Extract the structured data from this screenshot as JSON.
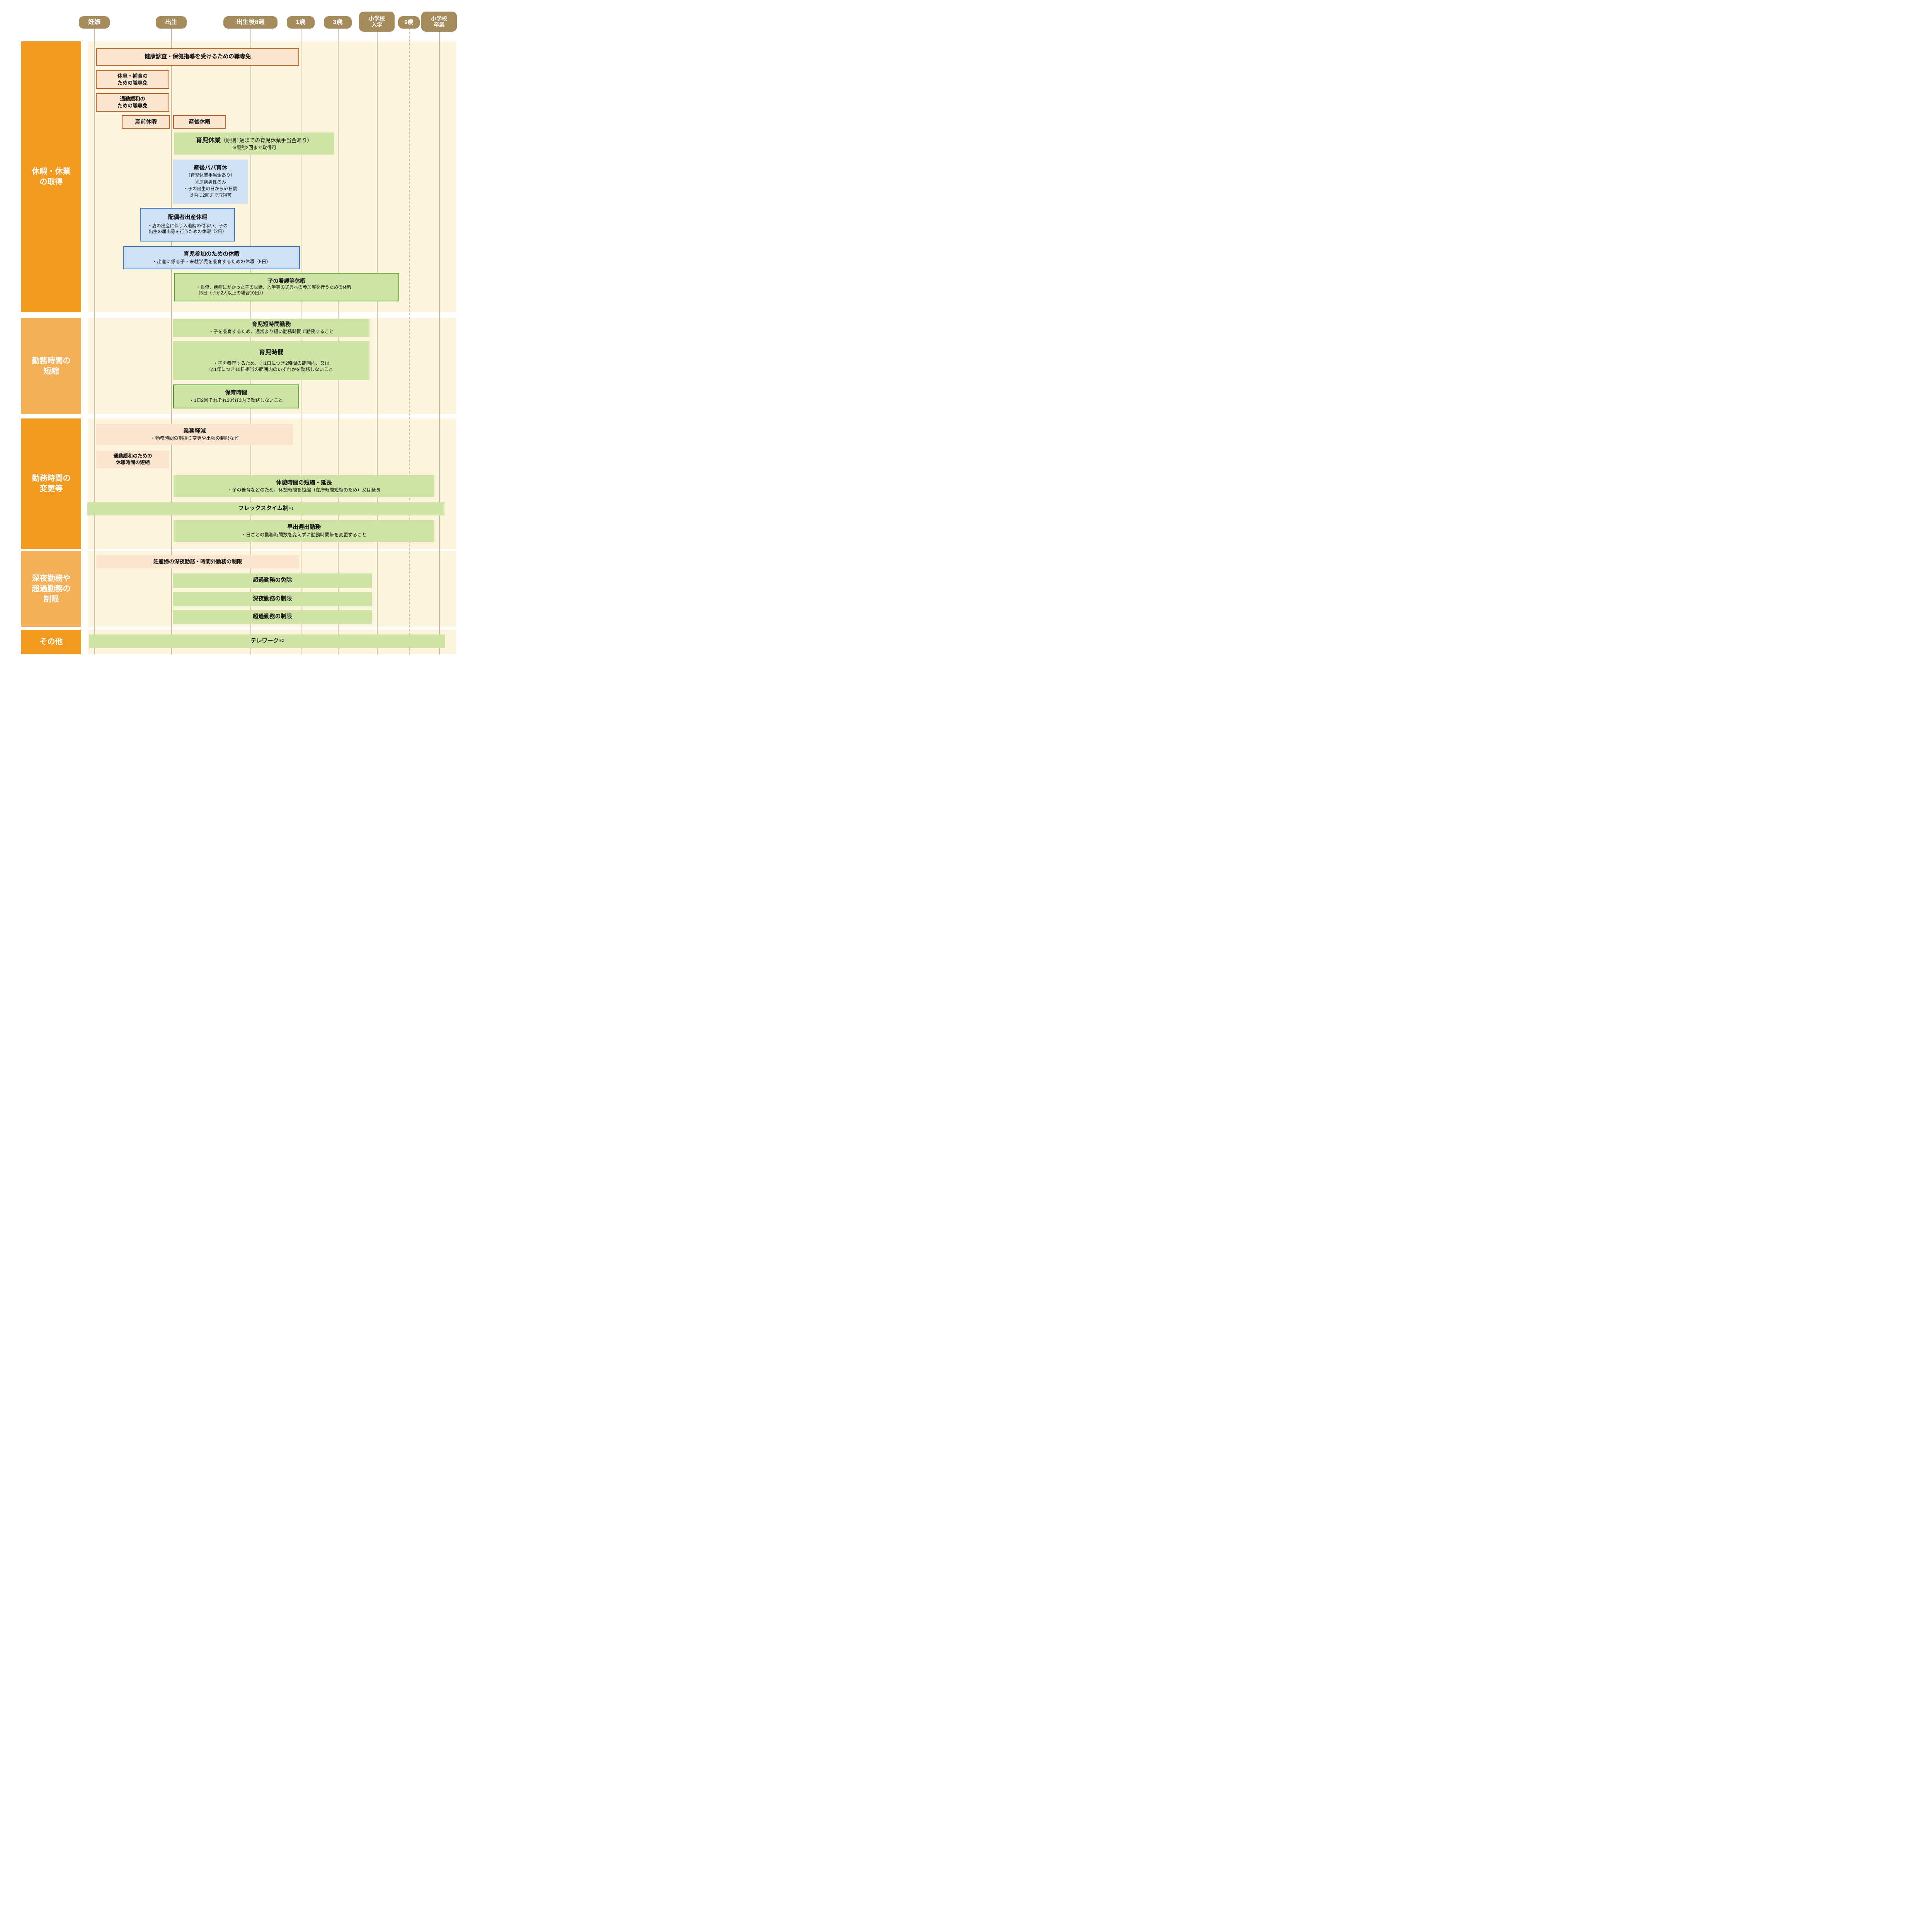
{
  "timeline": {
    "milestones": [
      {
        "label": "妊娠"
      },
      {
        "label": "出生"
      },
      {
        "label": "出生後8週"
      },
      {
        "label": "1歳"
      },
      {
        "label": "3歳"
      },
      {
        "label": "小学校\n入学"
      },
      {
        "label": "9歳"
      },
      {
        "label": "小学校\n卒業"
      }
    ]
  },
  "categories": [
    {
      "label": "休暇・休業\nの取得"
    },
    {
      "label": "勤務時間の\n短縮"
    },
    {
      "label": "勤務時間の\n変更等"
    },
    {
      "label": "深夜勤務や\n超過勤務の\n制限"
    },
    {
      "label": "その他"
    }
  ],
  "items": {
    "kenko": {
      "title": "健康診査・保健指導を受けるための職専免"
    },
    "kyusoku": {
      "title": "休息・補食の\nための職専免"
    },
    "tsukin_menjo": {
      "title": "通勤緩和の\nための職専免"
    },
    "sanzen": {
      "title": "産前休暇"
    },
    "sango": {
      "title": "産後休暇"
    },
    "ikuji_kyugyo": {
      "title": "育児休業",
      "title_note": "（原則1歳までの育児休業手当金あり）",
      "sub": "※原則2回まで取得可"
    },
    "papa": {
      "title": "産後パパ育休",
      "line1": "（育児休業手当金あり）",
      "line2": "※原則男性のみ",
      "line3": "・子の出生の日から57日間",
      "line4": "以内に2回まで取得可"
    },
    "haigusha": {
      "title": "配偶者出産休暇",
      "line1": "・妻の出産に伴う入退院の付添い、子の",
      "line2": "出生の届出等を行うための休暇（2日）"
    },
    "sanka": {
      "title": "育児参加のための休暇",
      "sub": "・出産に係る子・未就学児を養育するための休暇（5日）"
    },
    "kango": {
      "title": "子の看護等休暇",
      "line1": "・負傷、疾病にかかった子の世話、入学等の式典への参加等を行うための休暇",
      "line2": "（5日（子が2人以上の場合10日））"
    },
    "tanjikan": {
      "title": "育児短時間勤務",
      "sub": "・子を養育するため、通常より短い勤務時間で勤務すること"
    },
    "ikuji_jikan": {
      "title": "育児時間",
      "line1": "・子を養育するため、①1日につき2時間の範囲内、又は",
      "line2": "②1年につき10日相当の範囲内のいずれかを勤務しないこと"
    },
    "hoiku": {
      "title": "保育時間",
      "sub": "・1日2回それぞれ30分以内で勤務しないこと"
    },
    "gyomu": {
      "title": "業務軽減",
      "sub": "・勤務時間の割振り変更や出張の制限など"
    },
    "tsukin_kyukei": {
      "title": "通勤緩和のための\n休憩時間の短縮"
    },
    "kyukei": {
      "title": "休憩時間の短縮・延長",
      "sub": "・子の養育などのため、休憩時間を短縮（在庁時間短縮のため）又は延長"
    },
    "flex": {
      "title": "フレックスタイム制",
      "note": "※1"
    },
    "hayade": {
      "title": "早出遅出勤務",
      "sub": "・日ごとの勤務時間数を変えずに勤務時間帯を変更すること"
    },
    "ninsampu": {
      "title": "妊産婦の深夜勤務・時間外勤務の制限"
    },
    "chokin_menjo": {
      "title": "超過勤務の免除"
    },
    "shinya_seigen": {
      "title": "深夜勤務の制限"
    },
    "chokin_seigen": {
      "title": "超過勤務の制限"
    },
    "telework": {
      "title": "テレワーク",
      "note": "※2"
    }
  },
  "colors": {
    "sidebar_orange": "#F2991F",
    "sidebar_orange_light": "#F5B057",
    "badge_brown": "#A68C5B",
    "band_cream": "#FCF4DC",
    "green_fill": "#CFE3A5",
    "green_border": "#4F9A28",
    "blue_fill": "#CFE2F5",
    "blue_border": "#3F7CD0",
    "peach_fill": "#FCE5CE",
    "orange_border": "#C8601F",
    "grid_line": "#C9BDA5"
  }
}
